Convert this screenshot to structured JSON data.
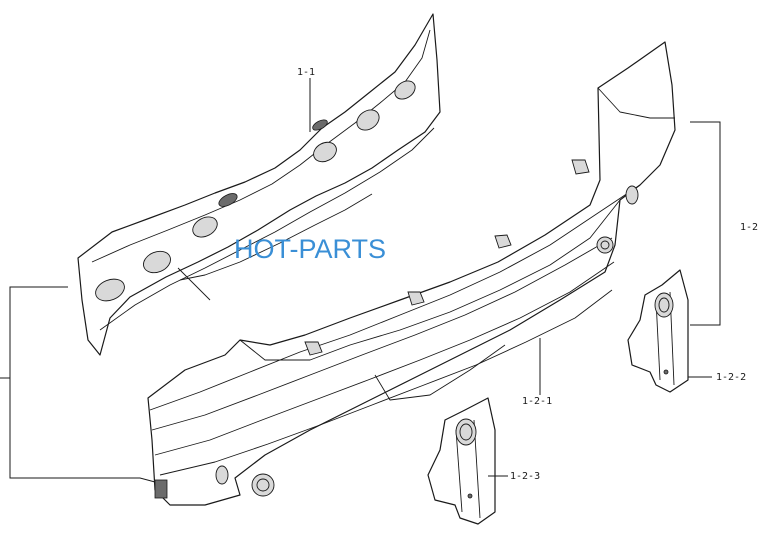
{
  "watermark": {
    "text": "HOT-PARTS",
    "color": "#3a8fd6"
  },
  "callouts": [
    {
      "id": "1-1",
      "label": "1-1"
    },
    {
      "id": "1-2",
      "label": "1-2"
    },
    {
      "id": "1-2-1",
      "label": "1-2-1"
    },
    {
      "id": "1-2-2",
      "label": "1-2-2"
    },
    {
      "id": "1-2-3",
      "label": "1-2-3"
    }
  ],
  "colors": {
    "line": "#1a1a1a",
    "background": "#ffffff",
    "shade": "#d9d9d9"
  }
}
